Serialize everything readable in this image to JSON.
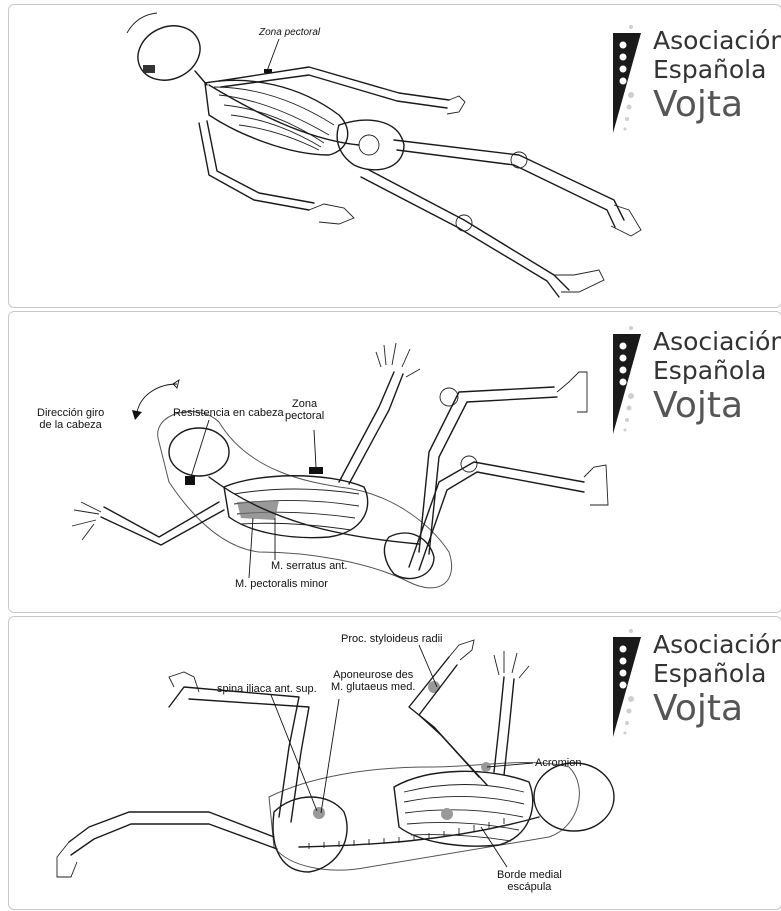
{
  "logo": {
    "line1": "Asociación",
    "line2": "Española",
    "line3": "Vojta"
  },
  "panel1": {
    "labels": {
      "zona_pectoral": "Zona pectoral"
    }
  },
  "panel2": {
    "labels": {
      "direccion_giro": "Dirección giro\nde la cabeza",
      "resistencia": "Resistencia en cabeza",
      "zona_pectoral": "Zona\npectoral",
      "serratus": "M. serratus ant.",
      "pectoralis": "M. pectoralis minor"
    }
  },
  "panel3": {
    "labels": {
      "proc_styloideus": "Proc. styloideus radii",
      "aponeurose": "Aponeurose des\nM. glutaeus med.",
      "spina_iliaca": "spina iliaca ant. sup.",
      "acromion": "Acromion",
      "borde_medial": "Borde medial\nescápula"
    }
  },
  "colors": {
    "logo_bar": "#1a1a1a",
    "logo_dots": "#cfcfcf",
    "panel_border": "#c9c9c9"
  }
}
